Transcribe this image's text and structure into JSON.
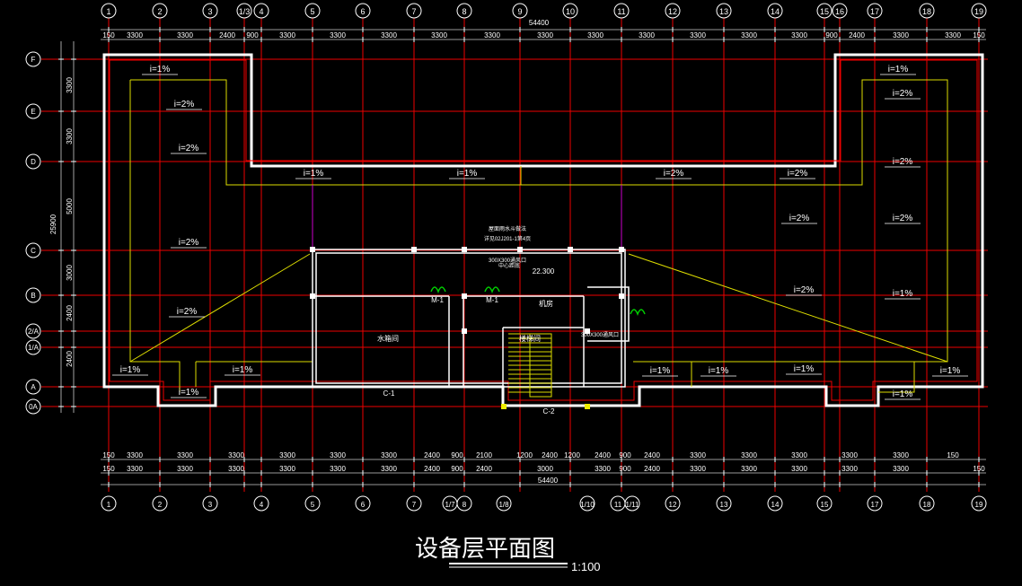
{
  "title": "设备层平面图",
  "scale": "1:100",
  "axes_top": [
    "1",
    "2",
    "3",
    "1/3",
    "4",
    "5",
    "6",
    "7",
    "8",
    "9",
    "10",
    "11",
    "12",
    "13",
    "14",
    "15",
    "16",
    "17",
    "18",
    "19"
  ],
  "axes_bottom": [
    "1",
    "2",
    "3",
    "4",
    "5",
    "6",
    "7",
    "1/7",
    "8",
    "1/8",
    "1/10",
    "11",
    "1/11",
    "12",
    "13",
    "14",
    "15",
    "17",
    "18",
    "19"
  ],
  "axes_left": [
    "F",
    "E",
    "D",
    "C",
    "B",
    "2/A",
    "1/A",
    "A",
    "0A"
  ],
  "dims_top_total": "54400",
  "dims_top": [
    "150",
    "3300",
    "3300",
    "2400",
    "900",
    "3300",
    "3300",
    "3300",
    "3300",
    "3300",
    "3300",
    "3300",
    "3300",
    "3300",
    "3300",
    "3300",
    "900",
    "2400",
    "3300",
    "3300",
    "150"
  ],
  "dims_bottom_1": [
    "150",
    "3300",
    "3300",
    "3300",
    "3300",
    "3300",
    "3300",
    "2400",
    "900",
    "2100",
    "1200",
    "2400",
    "1200",
    "2400",
    "900",
    "2400",
    "3300",
    "3300",
    "3300",
    "3300",
    "3300",
    "150"
  ],
  "dims_bottom_2": [
    "150",
    "3300",
    "3300",
    "3300",
    "3300",
    "3300",
    "3300",
    "2400",
    "900",
    "2400",
    "3000",
    "3300",
    "900",
    "2400",
    "3300",
    "3300",
    "3300",
    "3300",
    "3300",
    "150"
  ],
  "dims_bottom_total": "54400",
  "dims_left": [
    "3300",
    "3300",
    "5000",
    "3000",
    "2400",
    "2400"
  ],
  "dims_left_total": "25900",
  "slope_labels": [
    "i=1%",
    "i=2%",
    "i=2%",
    "i=2%",
    "i=1%",
    "i=1%",
    "i=1%",
    "i=1%",
    "i=1%",
    "i=2%",
    "i=2%",
    "i=2%",
    "i=2%",
    "i=2%",
    "i=2%",
    "i=1%",
    "i=1%",
    "i=1%",
    "i=1%",
    "i=1%",
    "i=1%",
    "i=1%",
    "i=2%",
    "i=2%"
  ],
  "room_labels": [
    "水箱间",
    "楼梯间",
    "机房",
    "22.300",
    "M-1",
    "M-1",
    "C-1",
    "C-2"
  ],
  "note_labels": [
    "屋面雨水斗做法",
    "详见02J201-1第4页",
    "300X300通风口",
    "中心距底",
    "300X300通风口"
  ]
}
